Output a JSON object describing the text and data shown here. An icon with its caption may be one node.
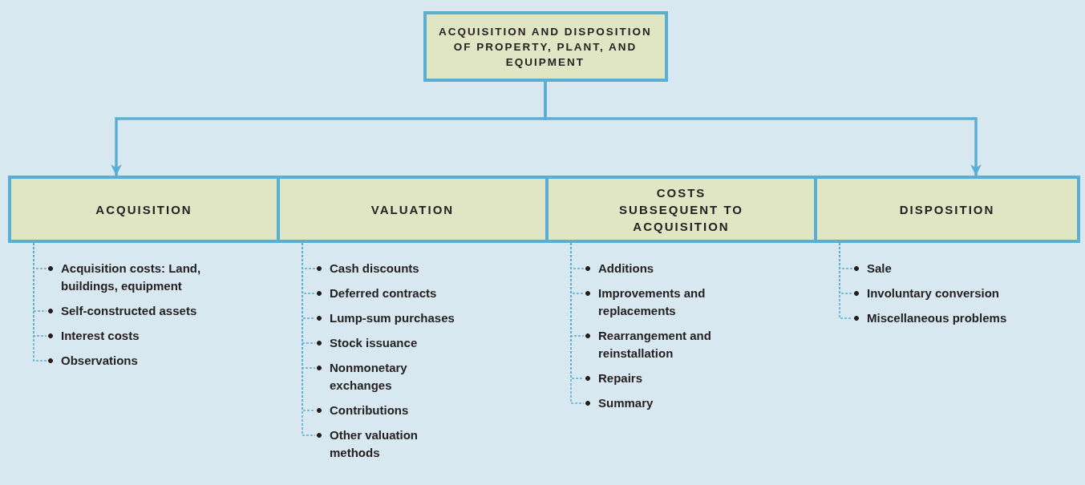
{
  "diagram": {
    "nodes": [
      {
        "text": [
          "ACQUISITION AND DISPOSITION OF PROPERTY, PLANT, AND EQUIPMENT"
        ]
      },
      {
        "text": [
          "ACQUISITION"
        ]
      },
      {
        "text": [
          "VALUATION"
        ]
      },
      {
        "text": [
          "COSTS SUBSEQUENT TO ACQUISITION"
        ]
      },
      {
        "text": [
          "DISPOSITION"
        ]
      },
      {
        "text": [
          "Acquisition costs: Land, buildings, equipment"
        ]
      },
      {
        "text": [
          "Self-constructed assets"
        ]
      },
      {
        "text": [
          "Interest costs"
        ]
      },
      {
        "text": [
          "Observations"
        ]
      },
      {
        "text": [
          "Cash discounts"
        ]
      },
      {
        "text": [
          "Deferred contracts"
        ]
      },
      {
        "text": [
          "Lump-sum purchases"
        ]
      },
      {
        "text": [
          "Stock issuance"
        ]
      },
      {
        "text": [
          "Nonmonetary exchanges"
        ]
      },
      {
        "text": [
          "Contributions"
        ]
      },
      {
        "text": [
          "Other valuation methods"
        ]
      },
      {
        "text": [
          "Additions"
        ]
      },
      {
        "text": [
          "Improvements and replacements"
        ]
      },
      {
        "text": [
          "Rearrangement and reinstallation"
        ]
      },
      {
        "text": [
          "Repairs"
        ]
      },
      {
        "text": [
          "Summary"
        ]
      },
      {
        "text": [
          "Sale"
        ]
      },
      {
        "text": [
          "Involuntary conversion"
        ]
      },
      {
        "text": [
          "Miscellaneous problems"
        ]
      }
    ],
    "edges": [
      {
        "from": 0,
        "to": 1,
        "arrow": "to"
      },
      {
        "from": 0,
        "to": 4,
        "arrow": "to"
      },
      {
        "from": 1,
        "to": 5,
        "arrow": "none",
        "style": "dashed"
      },
      {
        "from": 1,
        "to": 6,
        "arrow": "none",
        "style": "dashed"
      },
      {
        "from": 1,
        "to": 7,
        "arrow": "none",
        "style": "dashed"
      },
      {
        "from": 1,
        "to": 8,
        "arrow": "none",
        "style": "dashed"
      },
      {
        "from": 2,
        "to": 9,
        "arrow": "none",
        "style": "dashed"
      },
      {
        "from": 2,
        "to": 10,
        "arrow": "none",
        "style": "dashed"
      },
      {
        "from": 2,
        "to": 11,
        "arrow": "none",
        "style": "dashed"
      },
      {
        "from": 2,
        "to": 12,
        "arrow": "none",
        "style": "dashed"
      },
      {
        "from": 2,
        "to": 13,
        "arrow": "none",
        "style": "dashed"
      },
      {
        "from": 2,
        "to": 14,
        "arrow": "none",
        "style": "dashed"
      },
      {
        "from": 2,
        "to": 15,
        "arrow": "none",
        "style": "dashed"
      },
      {
        "from": 3,
        "to": 16,
        "arrow": "none",
        "style": "dashed"
      },
      {
        "from": 3,
        "to": 17,
        "arrow": "none",
        "style": "dashed"
      },
      {
        "from": 3,
        "to": 18,
        "arrow": "none",
        "style": "dashed"
      },
      {
        "from": 3,
        "to": 19,
        "arrow": "none",
        "style": "dashed"
      },
      {
        "from": 3,
        "to": 20,
        "arrow": "none",
        "style": "dashed"
      },
      {
        "from": 4,
        "to": 21,
        "arrow": "none",
        "style": "dashed"
      },
      {
        "from": 4,
        "to": 22,
        "arrow": "none",
        "style": "dashed"
      },
      {
        "from": 4,
        "to": 23,
        "arrow": "none",
        "style": "dashed"
      }
    ]
  }
}
